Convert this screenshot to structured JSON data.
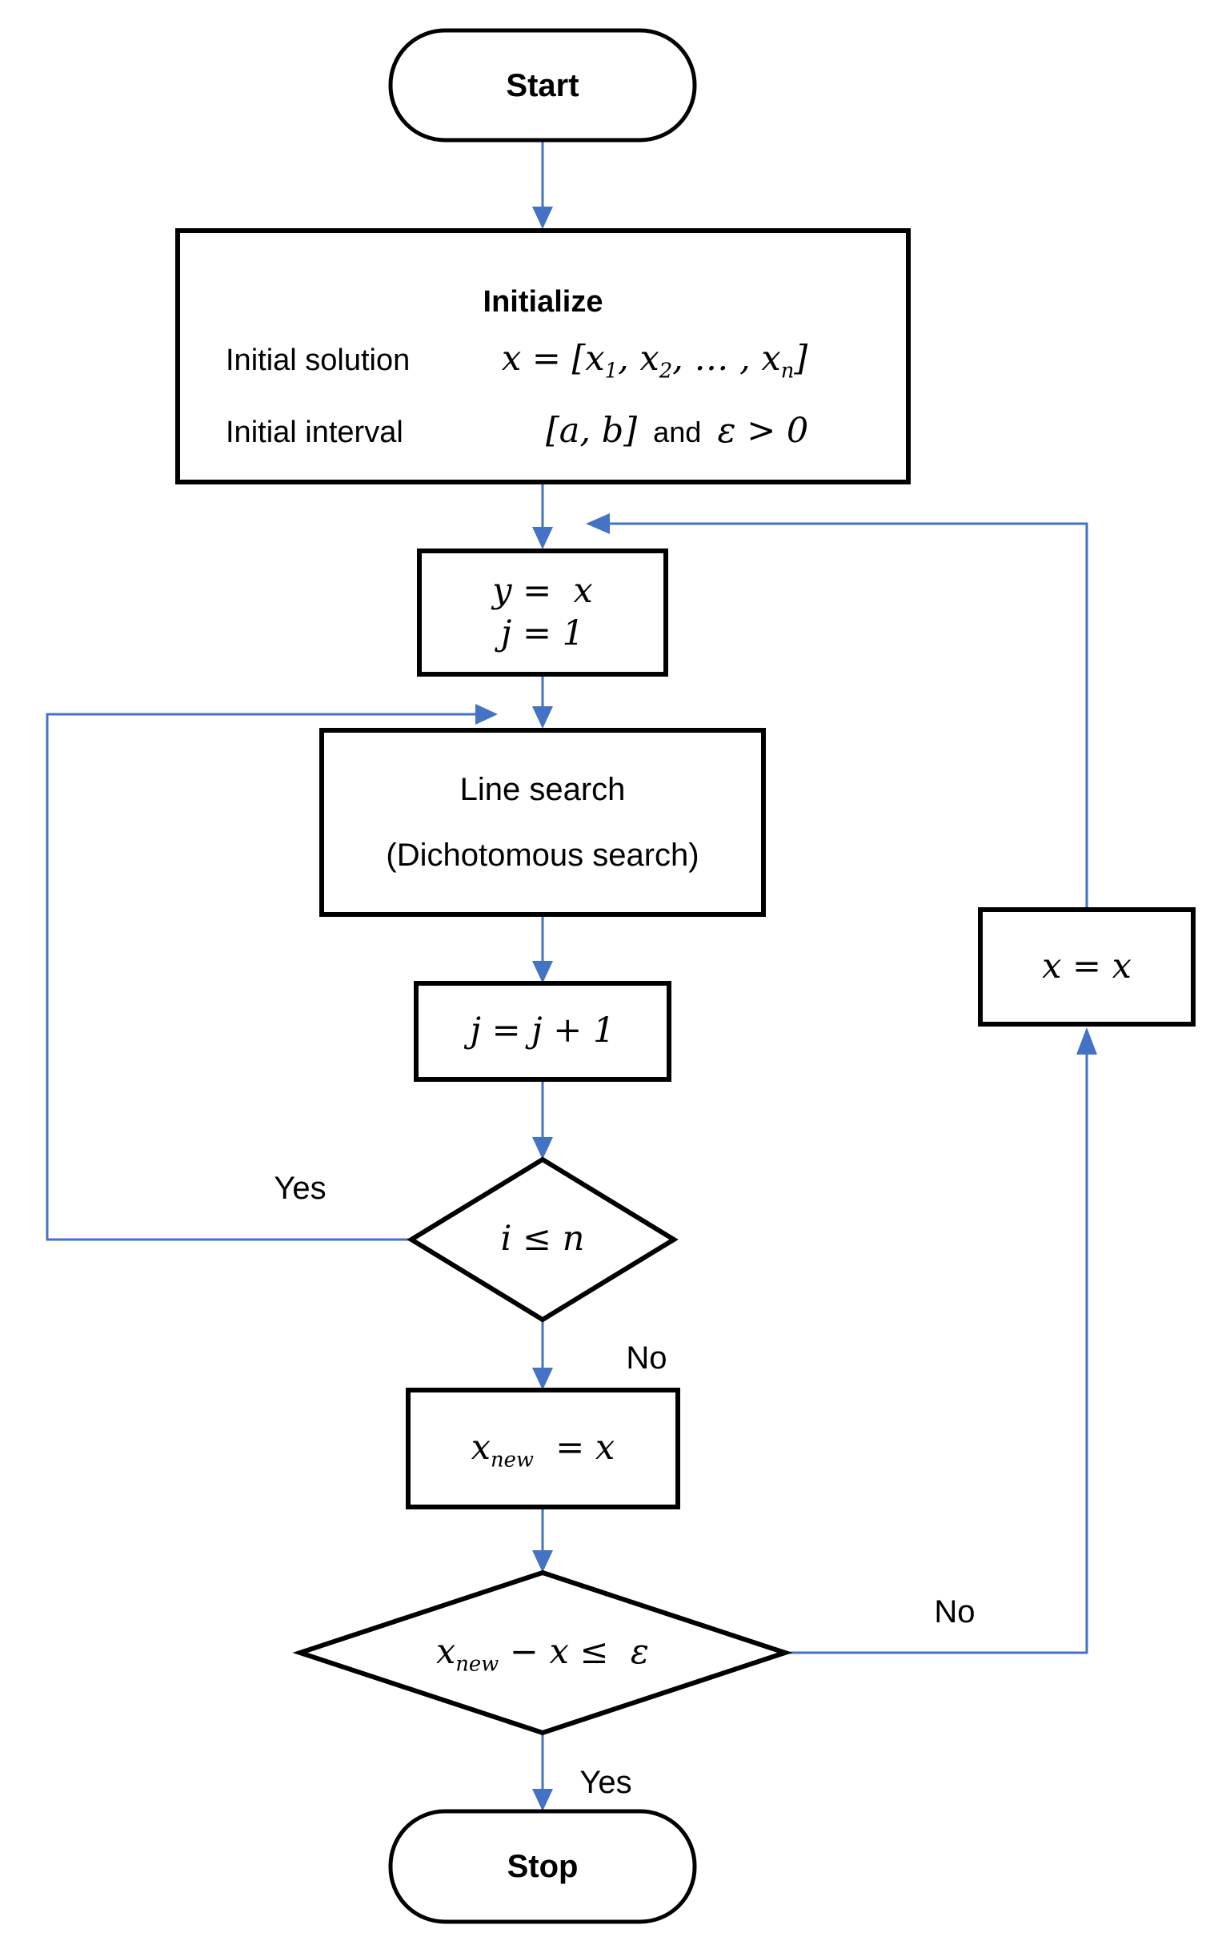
{
  "colors": {
    "connector": "#4472C4",
    "border": "#000000",
    "fill": "#FFFFFF",
    "text": "#000000"
  },
  "nodes": {
    "start": {
      "label": "Start"
    },
    "initialize": {
      "title": "Initialize",
      "rows": [
        {
          "label": "Initial solution",
          "math": [
            {
              "text": "x = ["
            },
            {
              "text": "x"
            },
            {
              "sub": "1"
            },
            {
              "text": ", "
            },
            {
              "text": "x"
            },
            {
              "sub": "2"
            },
            {
              "text": ", … , "
            },
            {
              "text": "x"
            },
            {
              "sub": "n"
            },
            {
              "text": "]"
            }
          ]
        },
        {
          "label": "Initial interval",
          "math": [
            {
              "text": "[a, b]"
            },
            {
              "text": "  and  ",
              "upright": true
            },
            {
              "text": "ε > 0"
            }
          ]
        }
      ]
    },
    "init_loop": {
      "line1": [
        {
          "text": "y =  x"
        }
      ],
      "line2": [
        {
          "text": "j = 1"
        }
      ]
    },
    "line_search": {
      "line1": "Line search",
      "line2": "(Dichotomous search)"
    },
    "increment": {
      "math": [
        {
          "text": "j = j + 1"
        }
      ]
    },
    "inner_decision": {
      "math": [
        {
          "text": "i ≤ n"
        }
      ]
    },
    "assign_xnew": {
      "math": [
        {
          "text": "x"
        },
        {
          "sub": "new"
        },
        {
          "text": "  = x"
        }
      ]
    },
    "outer_decision": {
      "math": [
        {
          "text": "x"
        },
        {
          "sub": "new"
        },
        {
          "text": " − x ≤  ε"
        }
      ]
    },
    "assign_x": {
      "math": [
        {
          "text": "x = x"
        }
      ]
    },
    "stop": {
      "label": "Stop"
    }
  },
  "edge_labels": {
    "inner_yes": "Yes",
    "inner_no": "No",
    "outer_no": "No",
    "outer_yes": "Yes"
  }
}
